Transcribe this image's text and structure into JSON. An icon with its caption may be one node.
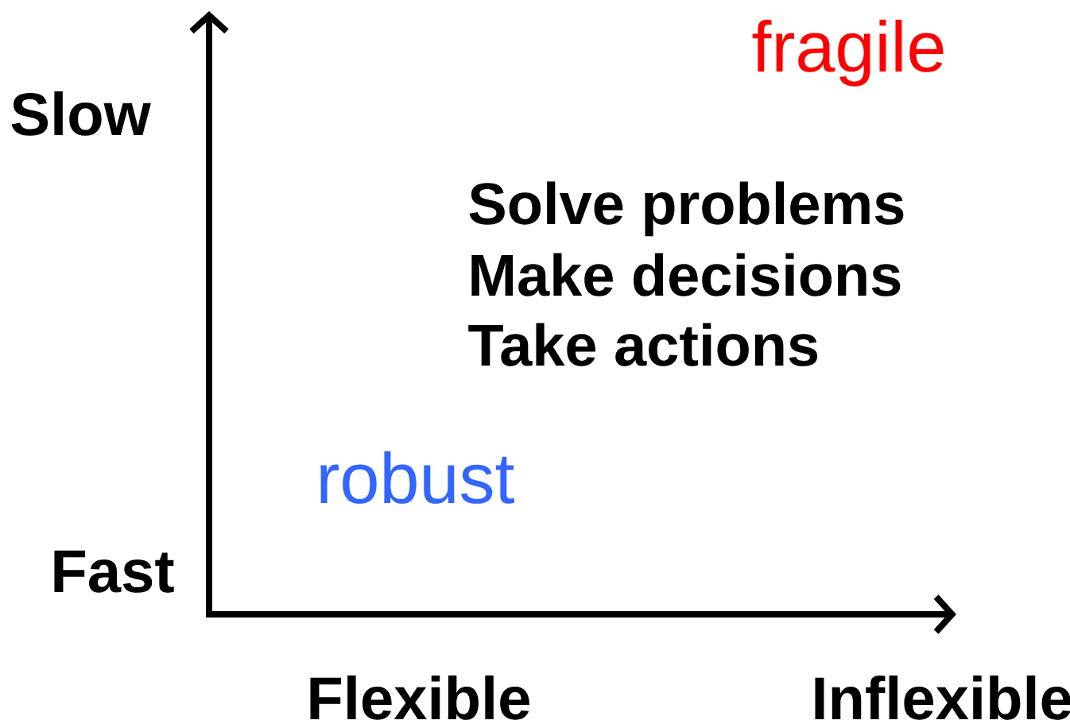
{
  "diagram": {
    "labels": [
      "fragile",
      "Slow",
      "Solve problems",
      "Make decisions",
      "Take actions",
      "robust",
      "Fast",
      "Flexible",
      "Inflexible"
    ]
  }
}
